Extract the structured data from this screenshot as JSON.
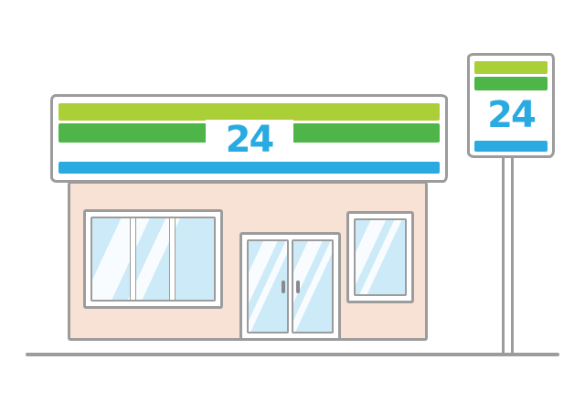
{
  "illustration": {
    "subject": "24-hour convenience store",
    "storefront_sign": {
      "text": "24"
    },
    "pole_sign": {
      "text": "24"
    }
  },
  "colors": {
    "stripe_light_green": "#abd037",
    "stripe_green": "#4eb648",
    "stripe_blue": "#29abe2",
    "sign_text": "#29abe2",
    "wall": "#f8e1d5",
    "glass": "#cdeaf8",
    "outline": "#9c9c9c",
    "background": "#ffffff",
    "handle": "#8a8a8a"
  }
}
